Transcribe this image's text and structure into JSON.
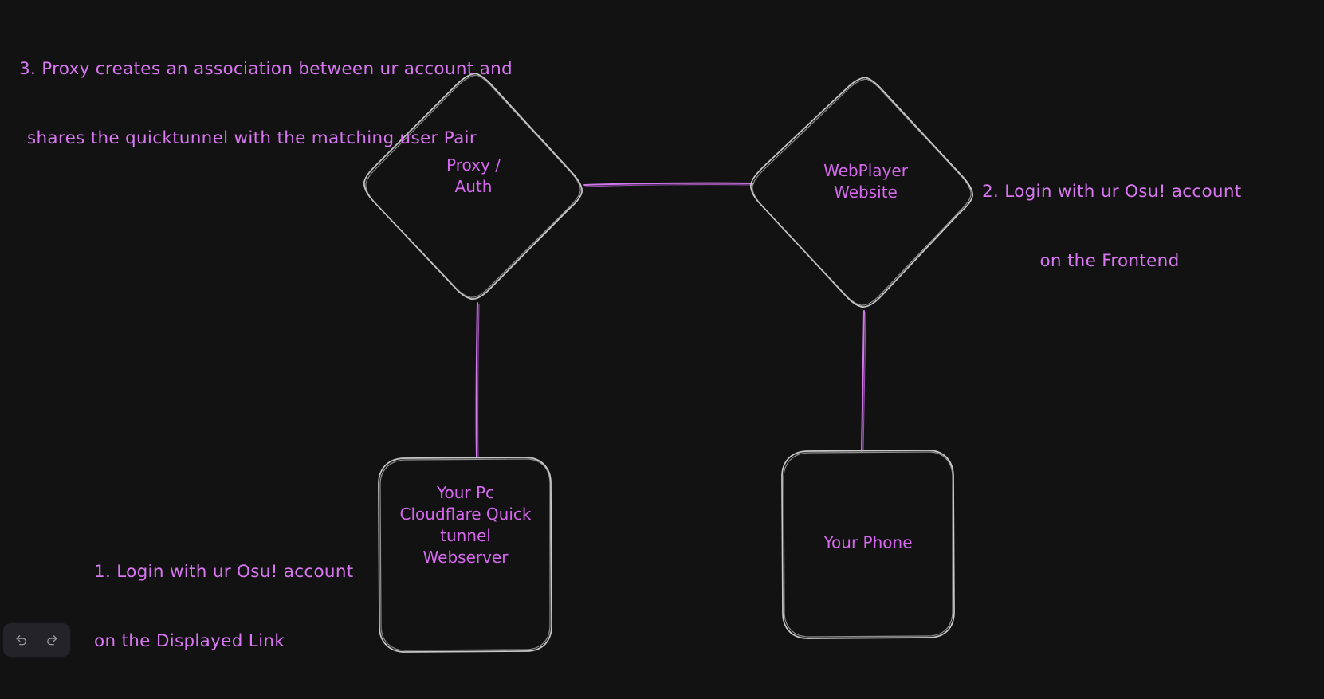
{
  "app": {
    "name": "excalidraw-canvas",
    "background_color": "#121212",
    "stroke_color": "#c9c9c9",
    "text_color": "#d668ef",
    "edge_color": "#cf7ae8"
  },
  "notes": [
    {
      "id": "note-1",
      "line1": "1. Login with ur Osu! account",
      "line2": "on the Displayed Link",
      "align": "left"
    },
    {
      "id": "note-2",
      "line1": "2. Login with ur Osu! account",
      "line2": "on the Frontend",
      "align": "center"
    },
    {
      "id": "note-3",
      "line1": "3. Proxy creates an association between ur account and",
      "line2": "shares the quicktunnel with the matching user Pair",
      "align": "left"
    }
  ],
  "nodes": [
    {
      "id": "proxy-auth",
      "shape": "diamond",
      "label": "Proxy /\nAuth"
    },
    {
      "id": "webplayer-website",
      "shape": "diamond",
      "label": "WebPlayer\nWebsite"
    },
    {
      "id": "your-pc",
      "shape": "rounded-rectangle",
      "label": "Your Pc\nCloudflare Quick\ntunnel\nWebserver"
    },
    {
      "id": "your-phone",
      "shape": "rounded-rectangle",
      "label": "Your Phone"
    }
  ],
  "edges": [
    {
      "id": "edge-proxy-webplayer",
      "from": "proxy-auth",
      "to": "webplayer-website"
    },
    {
      "id": "edge-proxy-yourpc",
      "from": "proxy-auth",
      "to": "your-pc"
    },
    {
      "id": "edge-webplayer-yourphone",
      "from": "webplayer-website",
      "to": "your-phone"
    }
  ],
  "toolbar": {
    "undo_label": "Undo",
    "redo_label": "Redo",
    "undo_icon": "undo-arrow-icon",
    "redo_icon": "redo-arrow-icon"
  }
}
